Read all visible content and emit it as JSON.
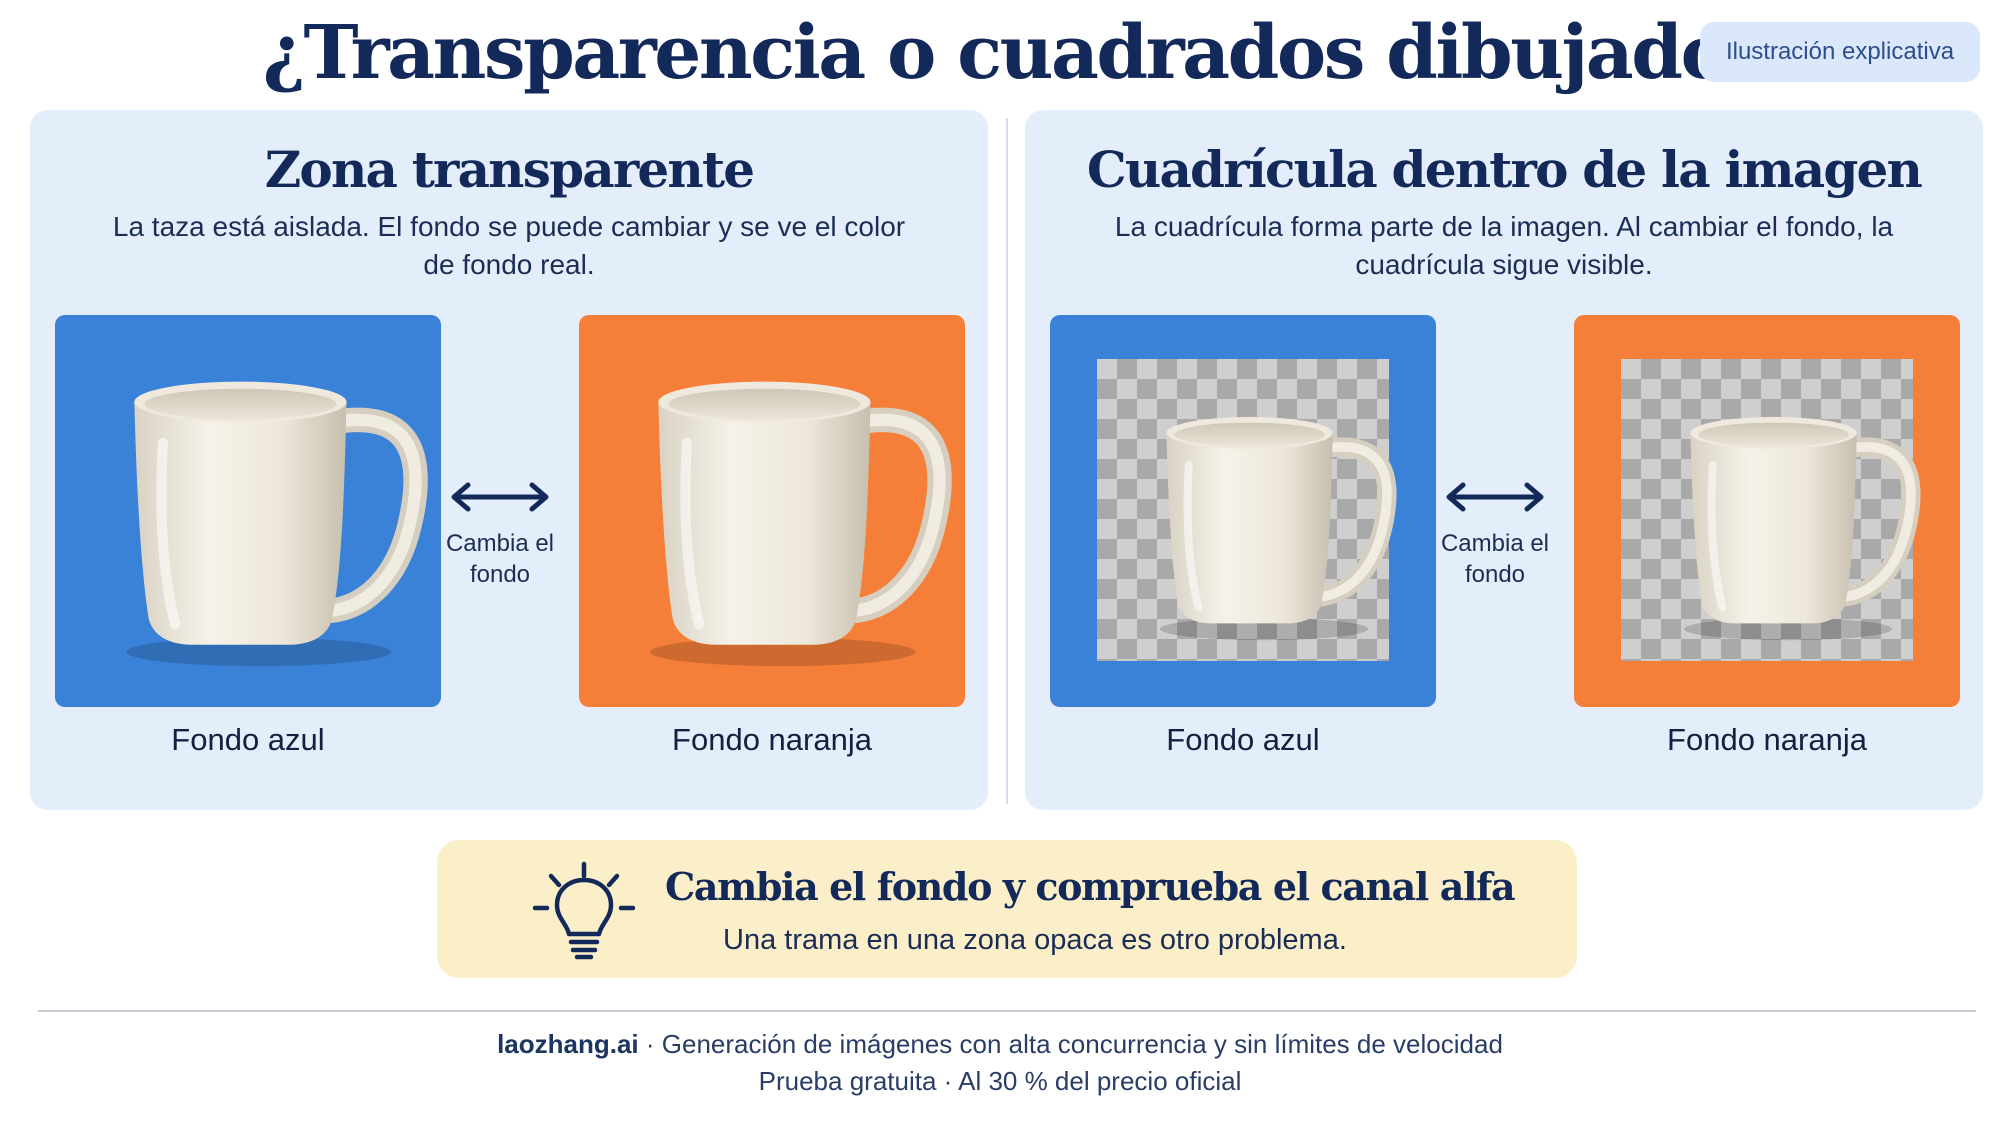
{
  "title": "¿Transparencia o cuadrados dibujados?",
  "badge": "Ilustración explicativa",
  "colors": {
    "blue": "#3a82d8",
    "orange": "#f57f38",
    "panel": "#e4edfa",
    "tip": "#fbefc9",
    "navy": "#13295a"
  },
  "panels": {
    "left": {
      "title": "Zona transparente",
      "description": "La taza está aislada. El fondo se puede cambiar y se ve el color de fondo real.",
      "swap_label": "Cambia el fondo",
      "card_a_label": "Fondo azul",
      "card_b_label": "Fondo naranja"
    },
    "right": {
      "title": "Cuadrícula dentro de la imagen",
      "description": "La cuadrícula forma parte de la imagen. Al cambiar el fondo, la cuadrícula sigue visible.",
      "swap_label": "Cambia el fondo",
      "card_a_label": "Fondo azul",
      "card_b_label": "Fondo naranja"
    }
  },
  "tip": {
    "icon": "lightbulb-icon",
    "title": "Cambia el fondo y comprueba el canal alfa",
    "text": "Una trama en una zona opaca es otro problema."
  },
  "footer": {
    "brand": "laozhang.ai",
    "line1": "· Generación de imágenes con alta concurrencia y sin límites de velocidad",
    "line2": "Prueba gratuita · Al 30 % del precio oficial"
  }
}
